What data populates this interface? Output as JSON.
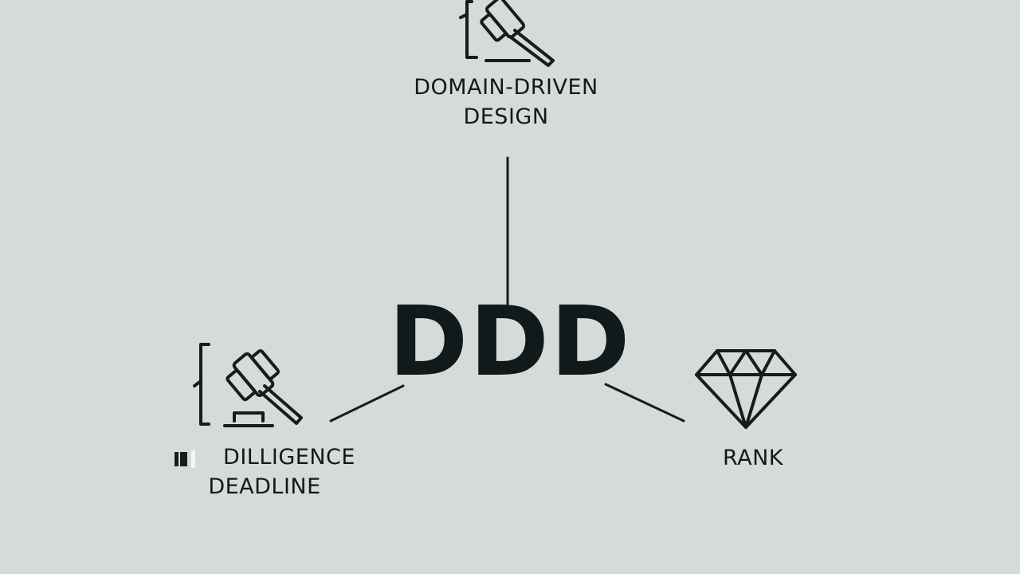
{
  "diagram": {
    "center": {
      "label": "DDD"
    },
    "nodes": [
      {
        "id": "top",
        "lines": [
          "DOMAIN-DRIVEN",
          "DESIGN"
        ],
        "icon": "gavel-icon"
      },
      {
        "id": "left",
        "lines": [
          "DILLIGENCE",
          "DEADLINE"
        ],
        "icon": "gavel-icon"
      },
      {
        "id": "right",
        "lines": [
          "RANK"
        ],
        "icon": "diamond-icon"
      }
    ]
  },
  "colors": {
    "background": "#d6dad9",
    "ink": "#141c1c"
  }
}
